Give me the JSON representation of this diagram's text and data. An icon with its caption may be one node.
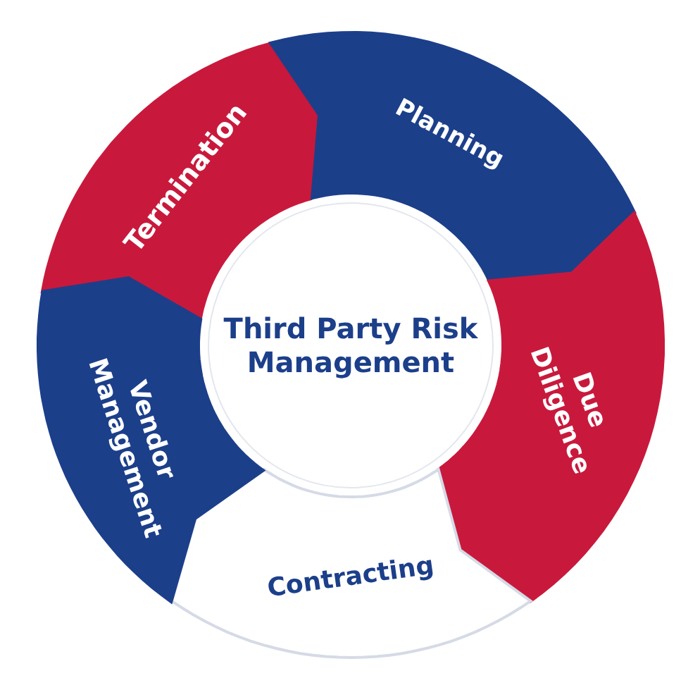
{
  "diagram": {
    "nodes": [
      {
        "text": [
          "Third Party Risk Management"
        ]
      },
      {
        "text": [
          "Termination"
        ]
      },
      {
        "text": [
          "Planning"
        ]
      },
      {
        "text": [
          "Due Diligence"
        ]
      },
      {
        "text": [
          "Contracting"
        ]
      },
      {
        "text": [
          "Vendor Management"
        ]
      }
    ]
  }
}
